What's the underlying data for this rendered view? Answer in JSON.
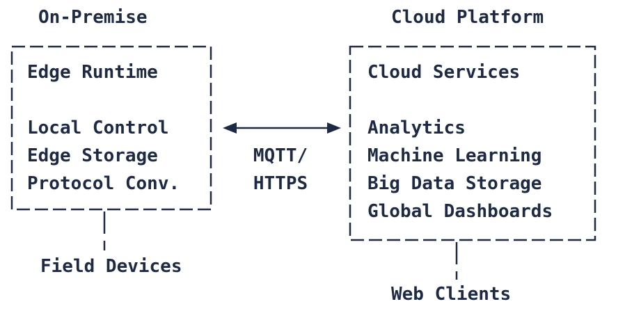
{
  "colors": {
    "ink": "#1e2a44",
    "background": "#ffffff"
  },
  "diagram": {
    "on_premise": {
      "title": "On-Premise",
      "box_lines": [
        "Edge Runtime",
        "",
        "Local Control",
        "Edge Storage",
        "Protocol Conv."
      ],
      "below_label": "Field Devices"
    },
    "cloud": {
      "title": "Cloud Platform",
      "box_lines": [
        "Cloud Services",
        "",
        "Analytics",
        "Machine Learning",
        "Big Data Storage",
        "Global Dashboards"
      ],
      "below_label": "Web Clients"
    },
    "link": {
      "protocol_lines": [
        "MQTT/",
        "HTTPS"
      ]
    }
  }
}
